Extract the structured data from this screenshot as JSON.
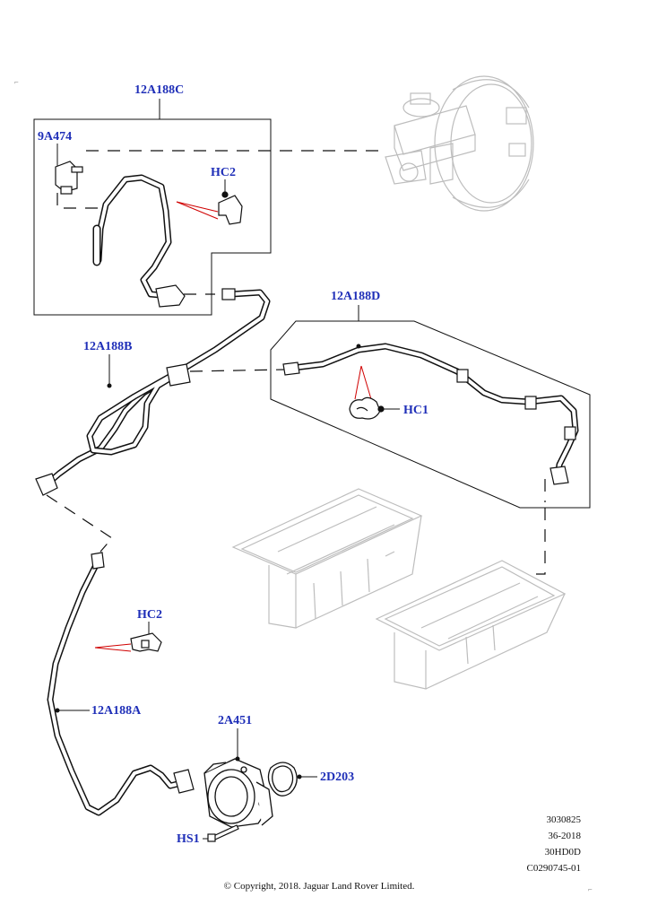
{
  "callouts": {
    "c12A188C": "12A188C",
    "c9A474": "9A474",
    "cHC2_top": "HC2",
    "c12A188D": "12A188D",
    "c12A188B": "12A188B",
    "cHC1": "HC1",
    "cHC2_mid": "HC2",
    "c12A188A": "12A188A",
    "c2A451": "2A451",
    "c2D203": "2D203",
    "cHS1": "HS1"
  },
  "reference": {
    "line1": "3030825",
    "line2": "36-2018",
    "line3": "30HD0D",
    "line4": "C0290745-01"
  },
  "copyright": "© Copyright, 2018. Jaguar Land Rover Limited.",
  "colors": {
    "callout": "#1f2fb8",
    "leader_red": "#d00000",
    "ghost": "#bdbdbd",
    "line": "#111111"
  }
}
